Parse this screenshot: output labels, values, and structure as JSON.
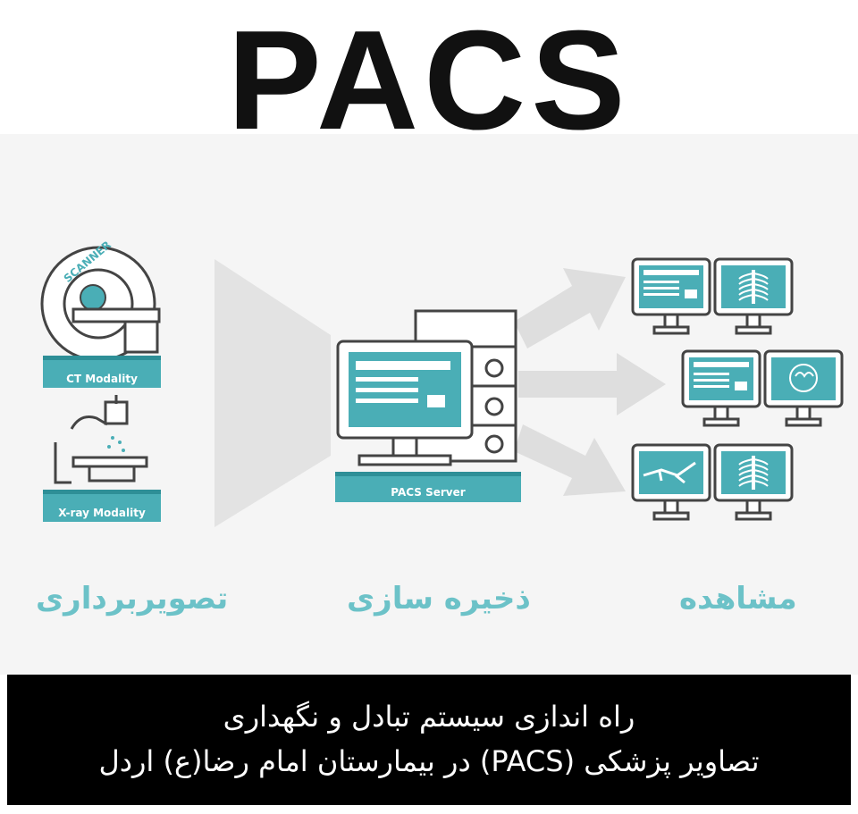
{
  "title": "PACS",
  "modalities": {
    "ct_label": "CT Modality",
    "scanner_word": "SCANNER",
    "xray_label": "X-ray Modality"
  },
  "server": {
    "label": "PACS Server"
  },
  "stages": {
    "imaging": "تصویربرداری",
    "storage": "ذخیره سازی",
    "viewing": "مشاهده"
  },
  "banner": {
    "line1": "راه اندازی سیستم تبادل و نگهداری",
    "line2": "تصاویر پزشکی (PACS) در بیمارستان امام رضا(ع) اردل"
  },
  "colors": {
    "accent": "#4aaeb6",
    "accent_dark": "#2e8f97",
    "outline": "#444444",
    "stage_text": "#6cc2c8",
    "funnel": "#e3e3e3"
  }
}
